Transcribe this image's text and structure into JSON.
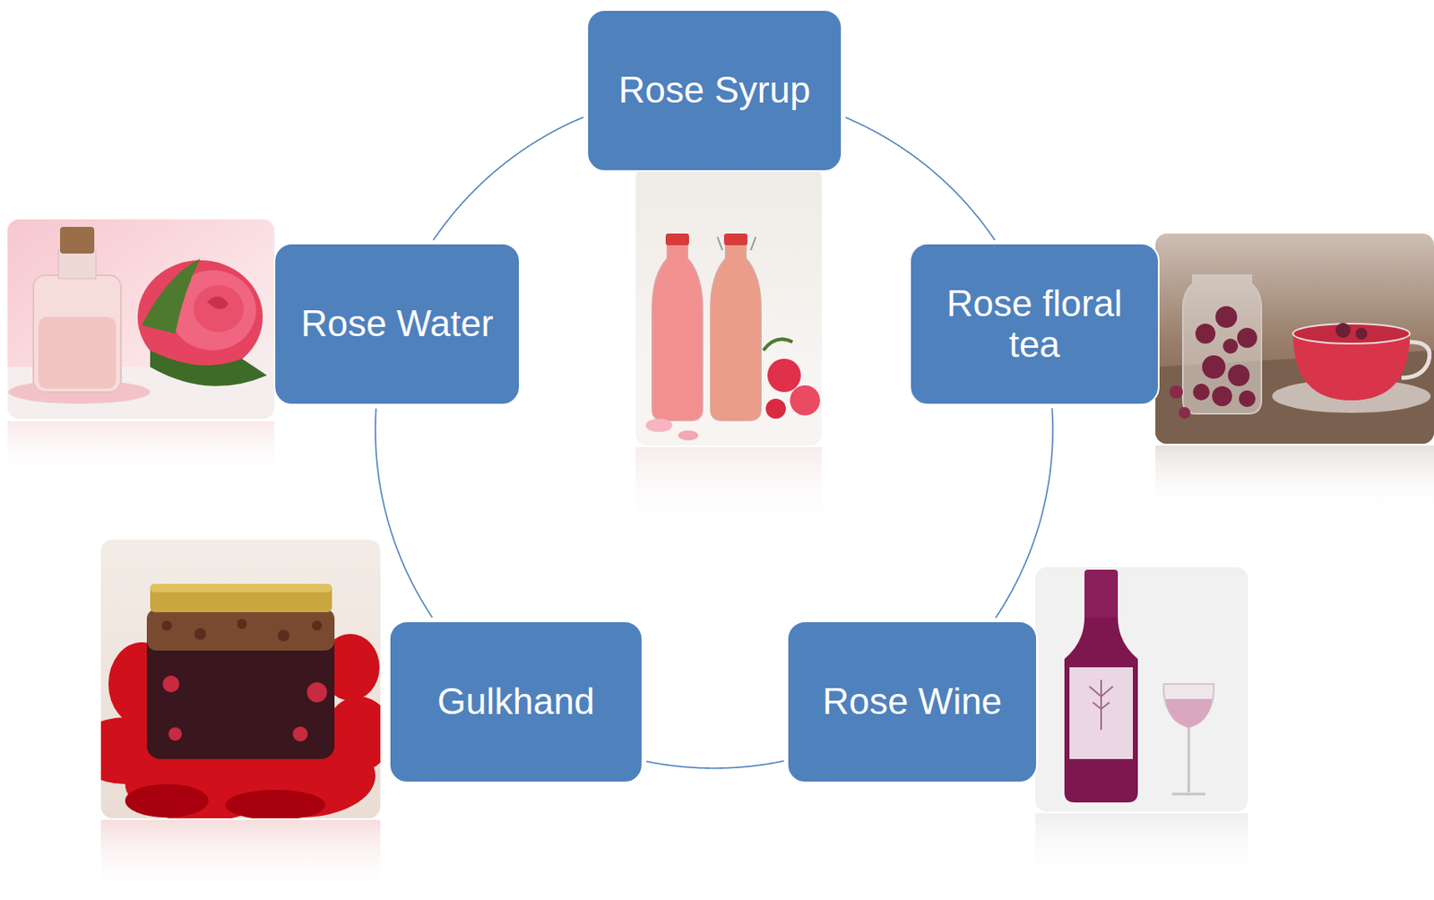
{
  "diagram": {
    "nodes": [
      {
        "text": [
          "Rose Syrup"
        ]
      },
      {
        "text": [
          "Rose Water"
        ]
      },
      {
        "text": [
          "Rose floral tea"
        ]
      },
      {
        "text": [
          "Gulkhand"
        ]
      },
      {
        "text": [
          "Rose Wine"
        ]
      }
    ],
    "edges": [
      {
        "from": 0,
        "to": 2,
        "arrow": "none"
      },
      {
        "from": 2,
        "to": 4,
        "arrow": "none"
      },
      {
        "from": 4,
        "to": 3,
        "arrow": "none"
      },
      {
        "from": 3,
        "to": 1,
        "arrow": "none"
      },
      {
        "from": 1,
        "to": 0,
        "arrow": "none"
      }
    ]
  }
}
